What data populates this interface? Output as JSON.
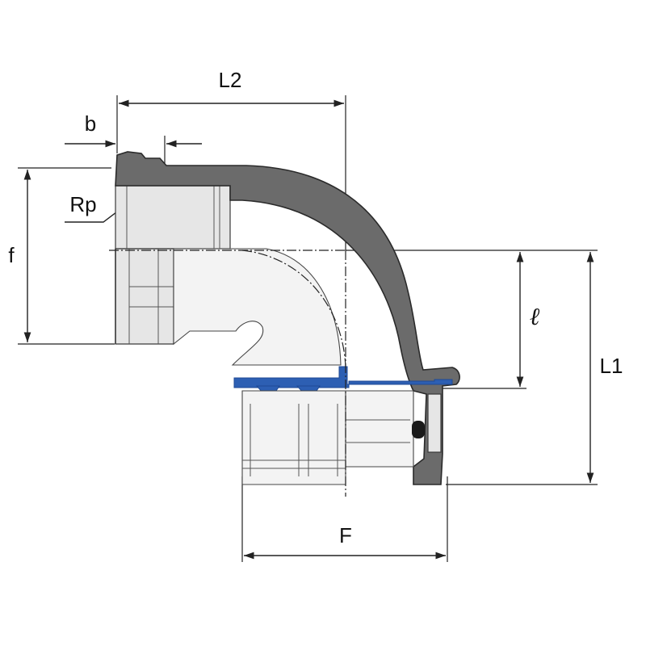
{
  "labels": {
    "L2": "L2",
    "b": "b",
    "Rp": "Rp",
    "f": "f",
    "l": "ℓ",
    "L1": "L1",
    "F": "F"
  },
  "colors": {
    "body": "#6b6b6b",
    "seal_blue": "#2d5fb3",
    "oring": "#1a1a1a",
    "line": "#222222"
  }
}
